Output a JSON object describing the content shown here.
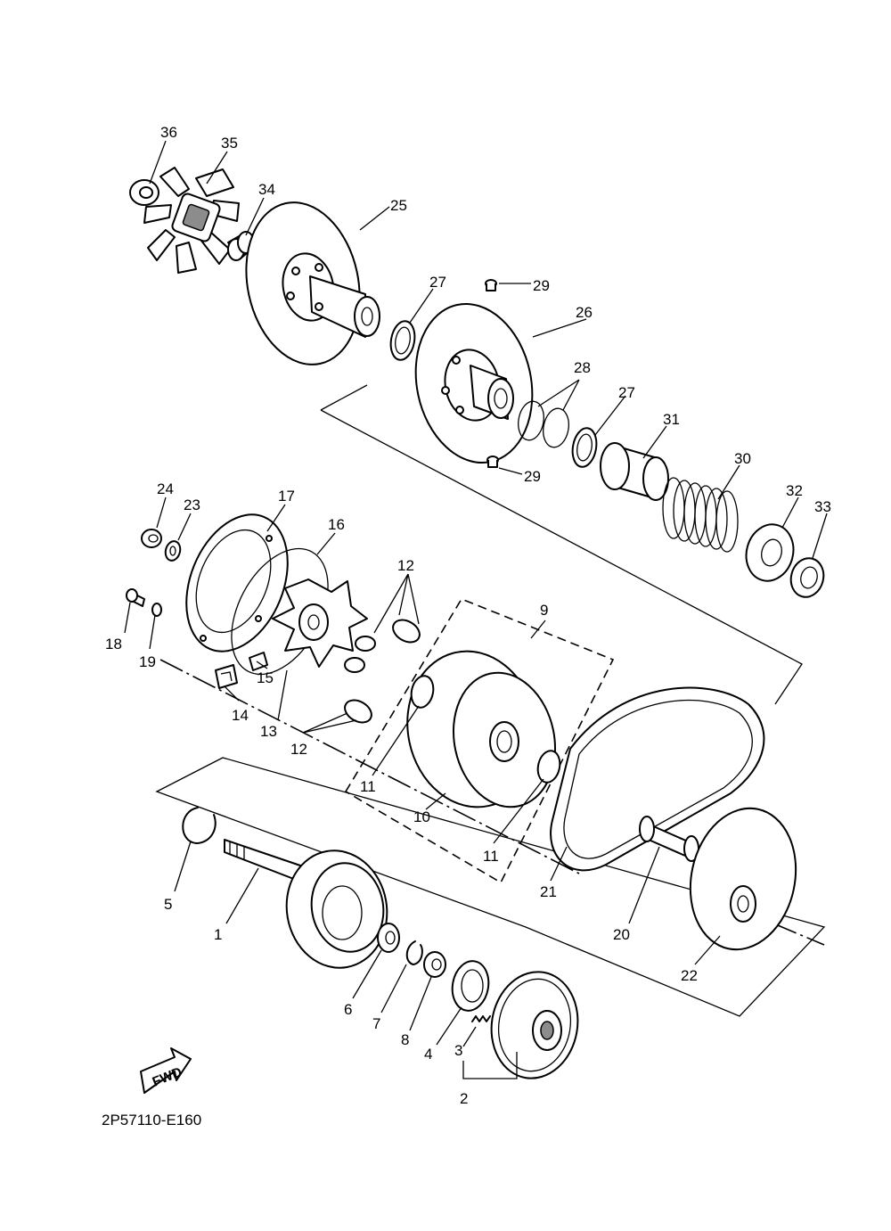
{
  "diagram": {
    "drawing_code": "2P57110-E160",
    "direction_label": "FWD",
    "callouts": [
      "1",
      "2",
      "3",
      "4",
      "5",
      "6",
      "7",
      "8",
      "9",
      "10",
      "11",
      "12",
      "13",
      "14",
      "15",
      "16",
      "17",
      "18",
      "19",
      "20",
      "21",
      "22",
      "23",
      "24",
      "25",
      "26",
      "27",
      "28",
      "29",
      "30",
      "31",
      "32",
      "33",
      "34",
      "35",
      "36"
    ]
  }
}
